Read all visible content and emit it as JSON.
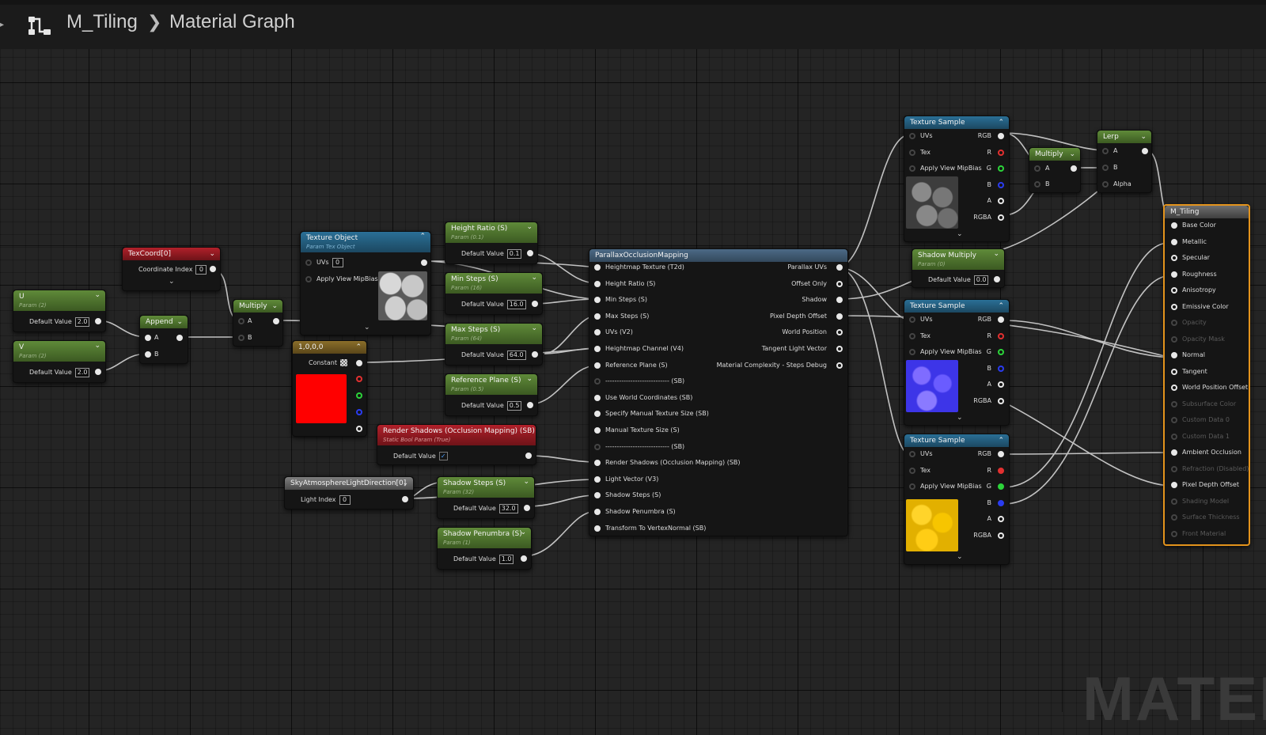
{
  "breadcrumb": {
    "asset": "M_Tiling",
    "graph": "Material Graph"
  },
  "watermark": "MATER",
  "nodes": {
    "u": {
      "title": "U",
      "subtitle": "Param (2)",
      "label": "Default Value",
      "value": "2.0"
    },
    "v": {
      "title": "V",
      "subtitle": "Param (2)",
      "label": "Default Value",
      "value": "2.0"
    },
    "texcoord": {
      "title": "TexCoord[0]",
      "label": "Coordinate Index",
      "value": "0"
    },
    "append": {
      "title": "Append",
      "a": "A",
      "b": "B"
    },
    "multiply1": {
      "title": "Multiply",
      "a": "A",
      "b": "B"
    },
    "texobj": {
      "title": "Texture Object",
      "subtitle": "Param Tex Object",
      "uvs": "UVs",
      "uvs_value": "0",
      "mip": "Apply View MipBias"
    },
    "const": {
      "title": "1,0,0,0",
      "label": "Constant",
      "color": "#ff0000"
    },
    "height_ratio": {
      "title": "Height Ratio (S)",
      "subtitle": "Param (0.1)",
      "label": "Default Value",
      "value": "0.1"
    },
    "min_steps": {
      "title": "Min Steps (S)",
      "subtitle": "Param (16)",
      "label": "Default Value",
      "value": "16.0"
    },
    "max_steps": {
      "title": "Max Steps (S)",
      "subtitle": "Param (64)",
      "label": "Default Value",
      "value": "64.0"
    },
    "ref_plane": {
      "title": "Reference Plane (S)",
      "subtitle": "Param (0.5)",
      "label": "Default Value",
      "value": "0.5"
    },
    "render_shadows": {
      "title": "Render Shadows (Occlusion Mapping) (SB)",
      "subtitle": "Static Bool Param (True)",
      "label": "Default Value"
    },
    "sky": {
      "title": "SkyAtmosphereLightDirection[0]",
      "label": "Light Index",
      "value": "0"
    },
    "shadow_steps": {
      "title": "Shadow Steps (S)",
      "subtitle": "Param (32)",
      "label": "Default Value",
      "value": "32.0"
    },
    "shadow_penumbra": {
      "title": "Shadow Penumbra (S)",
      "subtitle": "Param (1)",
      "label": "Default Value",
      "value": "1.0"
    },
    "pom": {
      "title": "ParallaxOcclusionMapping",
      "inputs": [
        "Heightmap Texture (T2d)",
        "Height Ratio (S)",
        "Min Steps (S)",
        "Max Steps (S)",
        "UVs (V2)",
        "Heightmap Channel (V4)",
        "Reference Plane (S)",
        "---------------------------- (SB)",
        "Use World Coordinates (SB)",
        "Specify Manual Texture Size (SB)",
        "Manual Texture Size (S)",
        "---------------------------- (SB)",
        "Render Shadows (Occlusion Mapping) (SB)",
        "Light Vector (V3)",
        "Shadow Steps (S)",
        "Shadow Penumbra (S)",
        "Transform To VertexNormal (SB)"
      ],
      "outputs": [
        "Parallax UVs",
        "Offset Only",
        "Shadow",
        "Pixel Depth Offset",
        "World Position",
        "Tangent Light Vector",
        "Material Complexity - Steps Debug"
      ]
    },
    "shadow_multiply": {
      "title": "Shadow Multiply",
      "subtitle": "Param (0)",
      "label": "Default Value",
      "value": "0.0"
    },
    "tex1": {
      "title": "Texture Sample",
      "inputs": [
        "UVs",
        "Tex",
        "Apply View MipBias"
      ],
      "outputs": [
        "RGB",
        "R",
        "G",
        "B",
        "A",
        "RGBA"
      ]
    },
    "tex2": {
      "title": "Texture Sample",
      "inputs": [
        "UVs",
        "Tex",
        "Apply View MipBias"
      ],
      "outputs": [
        "RGB",
        "R",
        "G",
        "B",
        "A",
        "RGBA"
      ]
    },
    "tex3": {
      "title": "Texture Sample",
      "inputs": [
        "UVs",
        "Tex",
        "Apply View MipBias"
      ],
      "outputs": [
        "RGB",
        "R",
        "G",
        "B",
        "A",
        "RGBA"
      ]
    },
    "multiply2": {
      "title": "Multiply",
      "a": "A",
      "b": "B"
    },
    "lerp": {
      "title": "Lerp",
      "a": "A",
      "b": "B",
      "alpha": "Alpha"
    },
    "result": {
      "title": "M_Tiling",
      "pins": [
        "Base Color",
        "Metallic",
        "Specular",
        "Roughness",
        "Anisotropy",
        "Emissive Color",
        "Opacity",
        "Opacity Mask",
        "Normal",
        "Tangent",
        "World Position Offset",
        "Subsurface Color",
        "Custom Data 0",
        "Custom Data 1",
        "Ambient Occlusion",
        "Refraction (Disabled)",
        "Pixel Depth Offset",
        "Shading Model",
        "Surface Thickness",
        "Front Material"
      ],
      "dim": [
        false,
        false,
        false,
        false,
        false,
        false,
        true,
        true,
        false,
        false,
        false,
        true,
        true,
        true,
        false,
        true,
        false,
        true,
        true,
        true
      ]
    }
  }
}
